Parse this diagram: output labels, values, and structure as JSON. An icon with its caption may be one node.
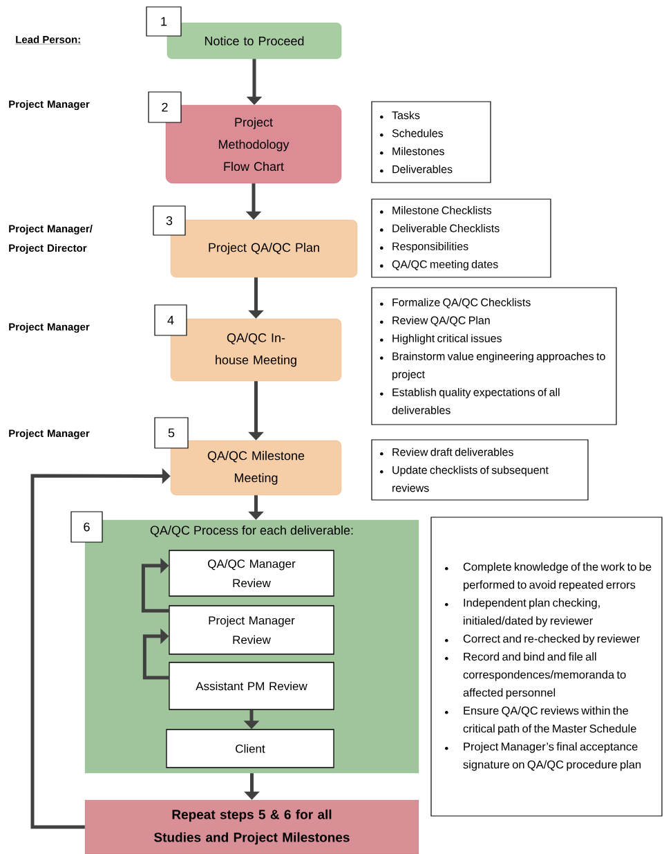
{
  "diagram": {
    "nodes": [
      {
        "text": [
          "Notice to Proceed"
        ],
        "beside": [
          "1"
        ]
      },
      {
        "text": [
          "Project Methodology Flow Chart"
        ],
        "beside": [
          "2"
        ]
      },
      {
        "text": [
          "Tasks",
          "Schedules",
          "Milestones",
          "Deliverables"
        ]
      },
      {
        "text": [
          "Project QA/QC Plan"
        ],
        "beside": [
          "3"
        ]
      },
      {
        "text": [
          "Milestone Checklists",
          "Deliverable Checklists",
          "Responsibilities",
          "QA/QC meeting dates"
        ]
      },
      {
        "text": [
          "Formalize QA/QC Checklists",
          "Review QA/QC Plan",
          "Highlight critical issues",
          "Brainstorm value engineering approaches to project",
          "Establish quality expectations of all deliverables"
        ]
      },
      {
        "text": [
          "QA/QC In-house Meeting"
        ],
        "beside": [
          "4"
        ]
      },
      {
        "text": [
          "QA/QC Milestone Meeting"
        ],
        "beside": [
          "5"
        ]
      },
      {
        "text": [
          "Review draft deliverables",
          "Update checklists of subsequent reviews"
        ]
      },
      {
        "text": [
          "QA/QC Process for each deliverable:"
        ],
        "beside": [
          "6"
        ]
      },
      {
        "text": [
          "QA/QC Manager Review"
        ],
        "in": 9
      },
      {
        "text": [
          "Project Manager Review"
        ],
        "in": 9
      },
      {
        "text": [
          "Assistant PM Review"
        ],
        "in": 9
      },
      {
        "text": [
          "Client"
        ],
        "in": 9
      },
      {
        "text": [
          "Complete knowledge of the work to be performed to avoid repeated errors",
          "Independent plan checking, initialed/dated by reviewer",
          "Correct and re-checked by reviewer",
          "Record and bind and file all correspondences/memoranda to affected personnel",
          "Ensure QA/QC reviews within the critical path of the Master Schedule",
          "Project Manager’s final acceptance signature on QA/QC procedure plan"
        ]
      },
      {
        "text": [
          "Repeat steps 5 & 6 for all Studies and Project Milestones"
        ]
      }
    ],
    "edges": [
      {
        "from": 0,
        "to": 1,
        "arrow": "to"
      },
      {
        "from": 1,
        "to": 3,
        "arrow": "to"
      },
      {
        "from": 3,
        "to": 6,
        "arrow": "to"
      },
      {
        "from": 6,
        "to": 7,
        "arrow": "to"
      },
      {
        "from": 7,
        "to": 9,
        "arrow": "to"
      },
      {
        "from": 11,
        "to": 10,
        "arrow": "to"
      },
      {
        "from": 12,
        "to": 11,
        "arrow": "to"
      },
      {
        "from": 12,
        "to": 13,
        "arrow": "to"
      },
      {
        "from": 9,
        "to": 15,
        "arrow": "to"
      },
      {
        "from": 15,
        "to": 7,
        "arrow": "to"
      }
    ],
    "labels": [
      "Lead Person:",
      "Project Manager",
      "Project Manager/ Project Director",
      "Project Manager",
      "Project Manager"
    ]
  }
}
